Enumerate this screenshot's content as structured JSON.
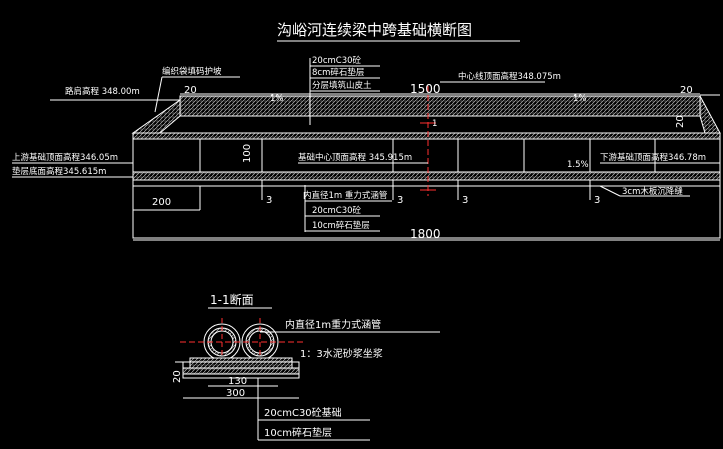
{
  "title": "沟峪河连续梁中跨基础横断图",
  "main": {
    "road_elev": "路肩高程  348.00m",
    "protect": "编织袋填码护坡",
    "layers": [
      "20cmC30砼",
      "8cm碎石垫层",
      "分层填筑山皮土"
    ],
    "dim_1500": "1500",
    "center_top": "中心线顶面高程348.075m",
    "dim_20_left": "20",
    "dim_20_right": "20",
    "dim_20_vert": "20",
    "slope_left": "1%",
    "slope_right": "1%",
    "section_mark": "1",
    "up_top": "上游基础顶面高程346.05m",
    "cushion_bottom": "垫层底面高程345.615m",
    "dim_100": "100",
    "center_top2": "基础中心顶面高程 345.915m",
    "slope_15": "1.5%",
    "down_top": "下游基础顶面高程346.78m",
    "culvert": "内直径1m 重力式涵管",
    "lower_layers": [
      "20cmC30砼",
      "10cm碎石垫层"
    ],
    "board": "3cm木板沉降缝",
    "dim_200": "200",
    "dim_3": "3",
    "dim_1800": "1800"
  },
  "section": {
    "title": "1-1断面",
    "pipe": "内直径1m重力式涵管",
    "mortar": "1：3水泥砂浆坐浆",
    "dim_20": "20",
    "dim_130": "130",
    "dim_300": "300",
    "base": "20cmC30砼基础",
    "cushion": "10cm碎石垫层"
  }
}
